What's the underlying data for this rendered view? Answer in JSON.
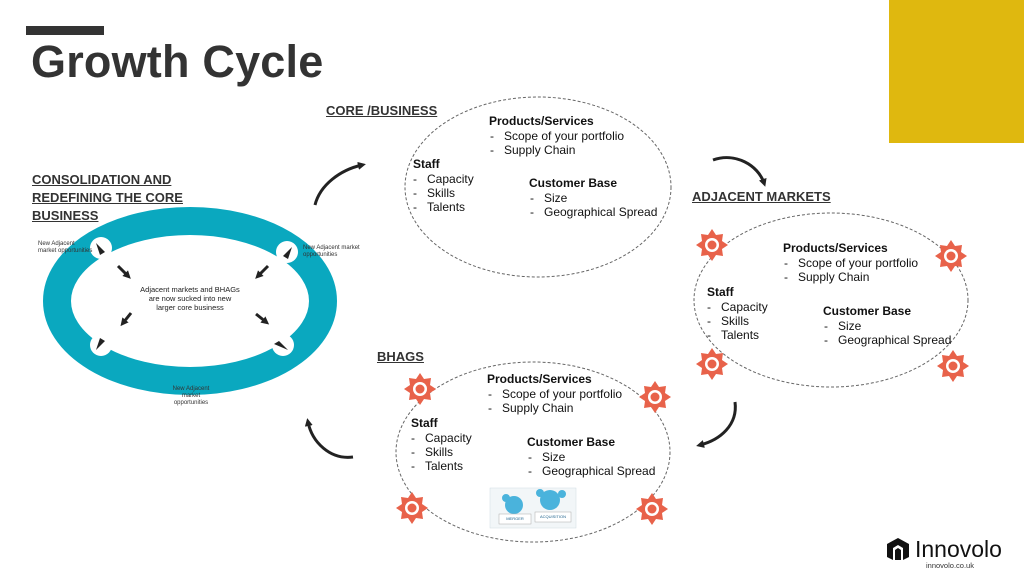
{
  "title": "Growth Cycle",
  "colors": {
    "accent_yellow": "#dfb80f",
    "ring_teal": "#0aa8bf",
    "gear_orange": "#e8624a",
    "title_dark": "#333333"
  },
  "consolidation": {
    "heading": "CONSOLIDATION AND REDEFINING THE CORE BUSINESS",
    "opportunity_label_left": "New Adjacent market opportunities",
    "opportunity_label_right": "New Adjacent market opportunities",
    "opportunity_label_bottom": "New Adjacent market opportunities",
    "center_text": "Adjacent markets and BHAGs are now sucked into new larger core business"
  },
  "core": {
    "label": "CORE /BUSINESS",
    "products_heading": "Products/Services",
    "products_items": [
      "Scope of your portfolio",
      "Supply Chain"
    ],
    "staff_heading": "Staff",
    "staff_items": [
      "Capacity",
      "Skills",
      "Talents"
    ],
    "customer_heading": "Customer Base",
    "customer_items": [
      "Size",
      "Geographical Spread"
    ]
  },
  "adjacent": {
    "label": "ADJACENT MARKETS",
    "products_heading": "Products/Services",
    "products_items": [
      "Scope of your portfolio",
      "Supply Chain"
    ],
    "staff_heading": "Staff",
    "staff_items": [
      "Capacity",
      "Skills",
      "Talents"
    ],
    "customer_heading": "Customer Base",
    "customer_items": [
      "Size",
      "Geographical Spread"
    ]
  },
  "bhags": {
    "label": "BHAGS",
    "products_heading": "Products/Services",
    "products_items": [
      "Scope of your portfolio",
      "Supply Chain"
    ],
    "staff_heading": "Staff",
    "staff_items": [
      "Capacity",
      "Skills",
      "Talents"
    ],
    "customer_heading": "Customer Base",
    "customer_items": [
      "Size",
      "Geographical Spread"
    ],
    "illustration_labels": [
      "MERGER",
      "ACQUISITION"
    ]
  },
  "logo": {
    "name": "Innovolo",
    "url": "innovolo.co.uk"
  }
}
